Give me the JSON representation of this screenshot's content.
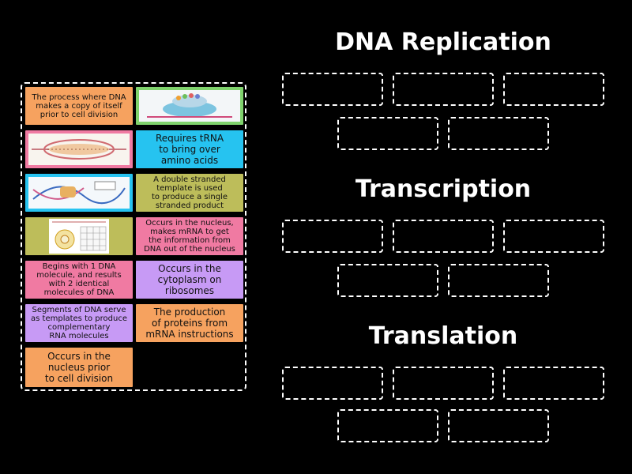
{
  "pool": {
    "cards": [
      {
        "kind": "text",
        "text": "The process where DNA\nmakes a copy of itself\nprior to cell division",
        "color": "#f6a25f"
      },
      {
        "kind": "image",
        "icon": "ribosome-diagram",
        "color": "#7fd26c"
      },
      {
        "kind": "image",
        "icon": "dna-bubble-diagram",
        "color": "#f07aa2"
      },
      {
        "kind": "text",
        "text": "Requires tRNA\nto bring over\namino acids",
        "color": "#26c3f0"
      },
      {
        "kind": "image",
        "icon": "transcription-diagram",
        "color": "#26c3f0"
      },
      {
        "kind": "text",
        "text": "A double stranded\ntemplate is used\nto produce a single\nstranded product",
        "color": "#bdbd5a"
      },
      {
        "kind": "image",
        "icon": "codon-table-diagram",
        "color": "#bdbd5a"
      },
      {
        "kind": "text",
        "text": "Occurs in the nucleus,\nmakes mRNA to get\nthe information from\nDNA out of the nucleus",
        "color": "#f07aa2"
      },
      {
        "kind": "text",
        "text": "Begins with 1 DNA\nmolecule, and results\nwith 2 identical\nmolecules of DNA",
        "color": "#f07aa2"
      },
      {
        "kind": "text",
        "text": "Occurs in the\ncytoplasm on\nribosomes",
        "color": "#c79af5"
      },
      {
        "kind": "text",
        "text": "Segments of DNA serve\nas templates to produce\ncomplementary\nRNA molecules",
        "color": "#c79af5"
      },
      {
        "kind": "text",
        "text": "The production\nof proteins from\nmRNA instructions",
        "color": "#f6a25f"
      },
      {
        "kind": "text",
        "text": "Occurs in the\nnucleus prior\nto cell division",
        "color": "#f6a25f"
      }
    ]
  },
  "groups": [
    {
      "title": "DNA Replication"
    },
    {
      "title": "Transcription"
    },
    {
      "title": "Translation"
    }
  ]
}
